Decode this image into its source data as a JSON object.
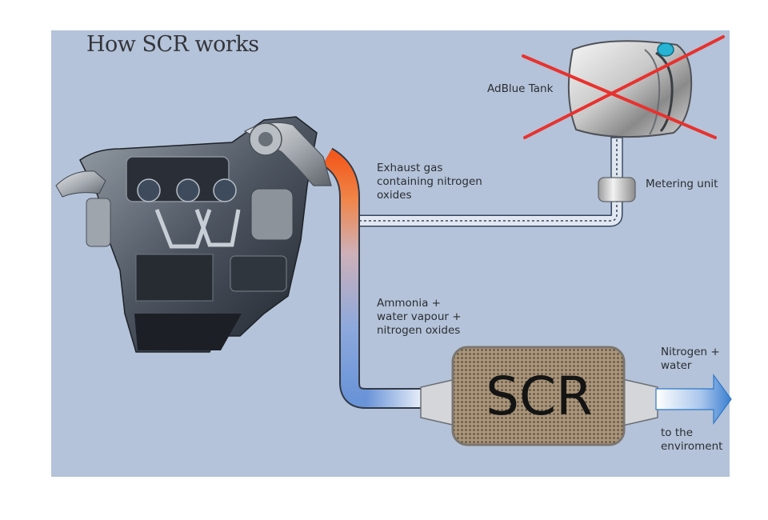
{
  "title": "How SCR works",
  "labels": {
    "adblue_tank": "AdBlue Tank",
    "exhaust_gas": "Exhaust gas\ncontaining nitrogen\noxides",
    "metering_unit": "Metering unit",
    "ammonia": "Ammonia +\nwater vapour +\nnitrogen oxides",
    "scr": "SCR",
    "nitrogen_water": "Nitrogen +\nwater",
    "environment": "to the\nenviroment"
  },
  "colors": {
    "background": "#b4c3d9",
    "pipe_hot": "#f05a1e",
    "pipe_cool": "#6e97d6",
    "cross": "#e8322e",
    "outlet_arrow": "#2f78c8"
  }
}
